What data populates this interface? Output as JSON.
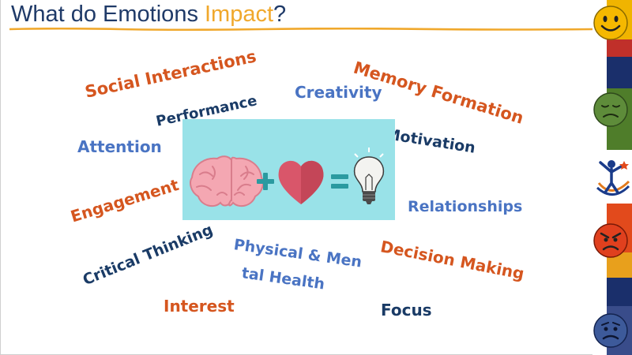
{
  "title": {
    "lead": "What do Emotions ",
    "accent": "Impact",
    "tail": "?"
  },
  "words": {
    "social_interactions": "Social Interactions",
    "memory_formation": "Memory Formation",
    "performance": "Performance",
    "creativity": "Creativity",
    "attention": "Attention",
    "motivation": "Motivation",
    "engagement": "Engagement",
    "relationships": "Relationships",
    "critical_thinking": "Critical Thinking",
    "physical_line1": "Physical & Men",
    "physical_line2": "tal Health",
    "decision_making": "Decision Making",
    "interest": "Interest",
    "focus": "Focus"
  },
  "colors": {
    "title": "#1f3a68",
    "accent": "#f0a82c",
    "orange_words": "#d5561f",
    "blue_words": "#4a74c3",
    "navy_words": "#1a3b66",
    "panel": "#99e2e8",
    "brain": "#f4a7b2",
    "heart": "#d9566a",
    "operator": "#2b9aa0"
  },
  "icons": {
    "equation": [
      "brain-icon",
      "plus-icon",
      "heart-icon",
      "equals-icon",
      "lightbulb-icon"
    ],
    "sidebar": [
      "happy-face-icon",
      "sad-face-icon",
      "person-logo-icon",
      "angry-face-icon",
      "worried-face-icon"
    ]
  }
}
